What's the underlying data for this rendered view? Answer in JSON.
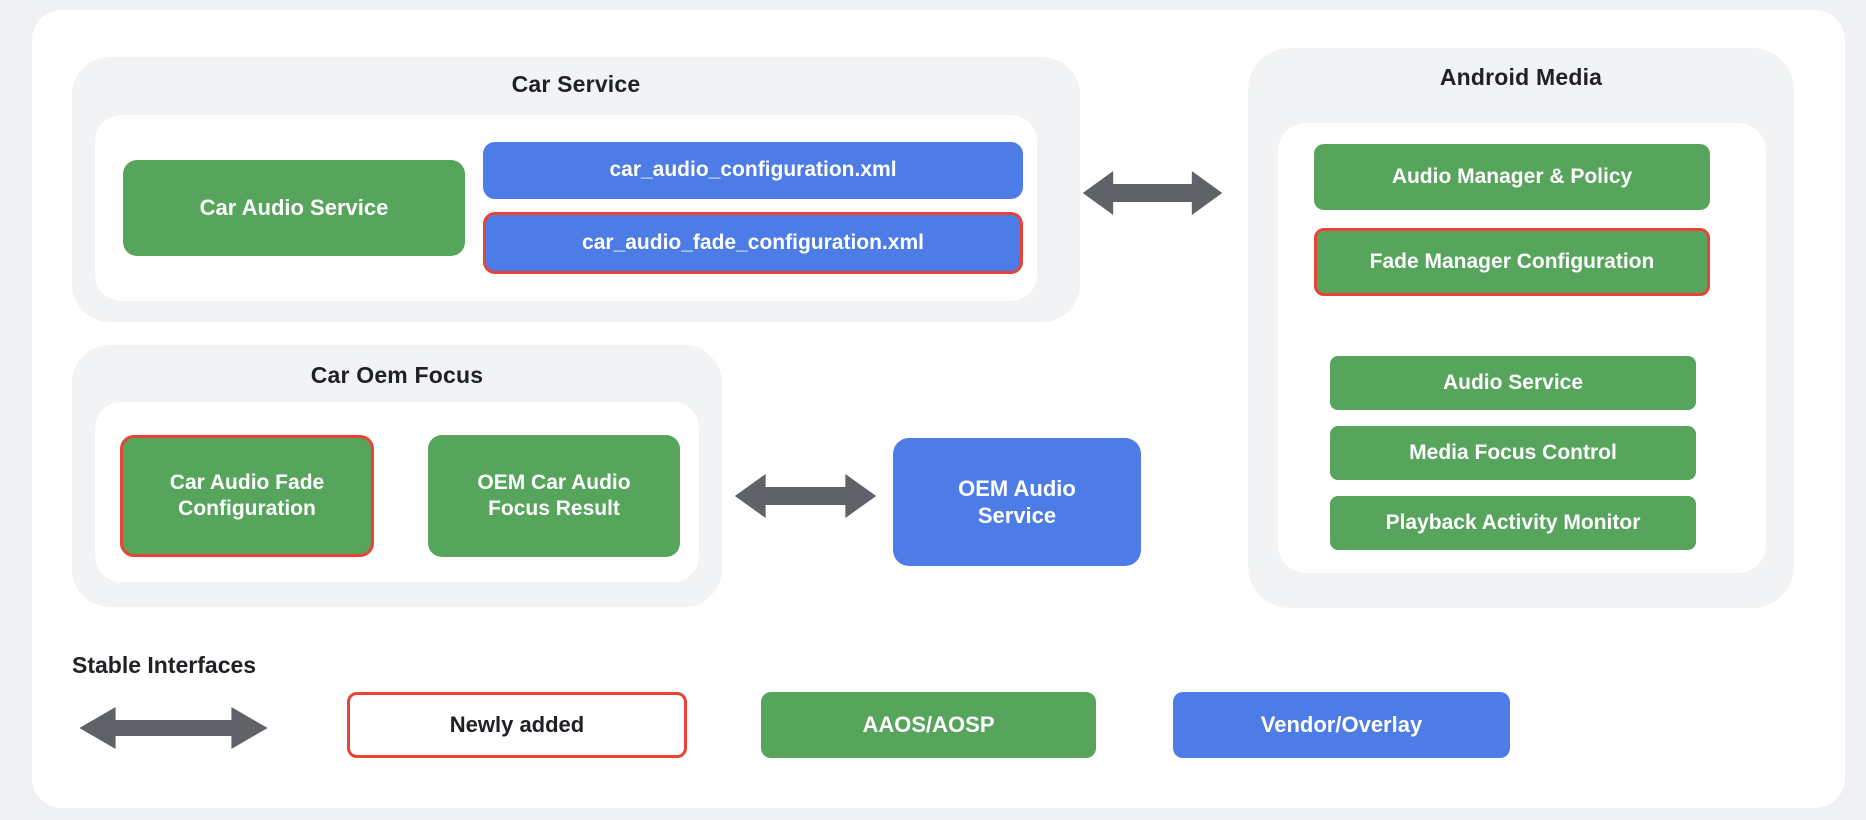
{
  "colors": {
    "green": "#57a55c",
    "blue": "#4d7ce6",
    "red_highlight": "#e84335",
    "arrow_gray": "#5f6368",
    "section_gray": "#f1f3f4",
    "text_dark": "#202124"
  },
  "sections": {
    "car_service": {
      "title": "Car Service",
      "car_audio_service": "Car Audio Service",
      "car_audio_configuration_xml": "car_audio_configuration.xml",
      "car_audio_fade_configuration_xml": "car_audio_fade_configuration.xml"
    },
    "car_oem_focus": {
      "title": "Car Oem Focus",
      "car_audio_fade_configuration": "Car Audio Fade Configuration",
      "oem_car_audio_focus_result": "OEM Car Audio Focus Result"
    },
    "android_media": {
      "title": "Android Media",
      "audio_manager_policy": "Audio Manager & Policy",
      "fade_manager_configuration": "Fade Manager Configuration",
      "audio_service": "Audio Service",
      "media_focus_control": "Media Focus Control",
      "playback_activity_monitor": "Playback Activity Monitor"
    },
    "oem_audio_service": "OEM Audio Service"
  },
  "legend": {
    "stable_interfaces": "Stable Interfaces",
    "newly_added": "Newly added",
    "aaos_aosp": "AAOS/AOSP",
    "vendor_overlay": "Vendor/Overlay"
  }
}
